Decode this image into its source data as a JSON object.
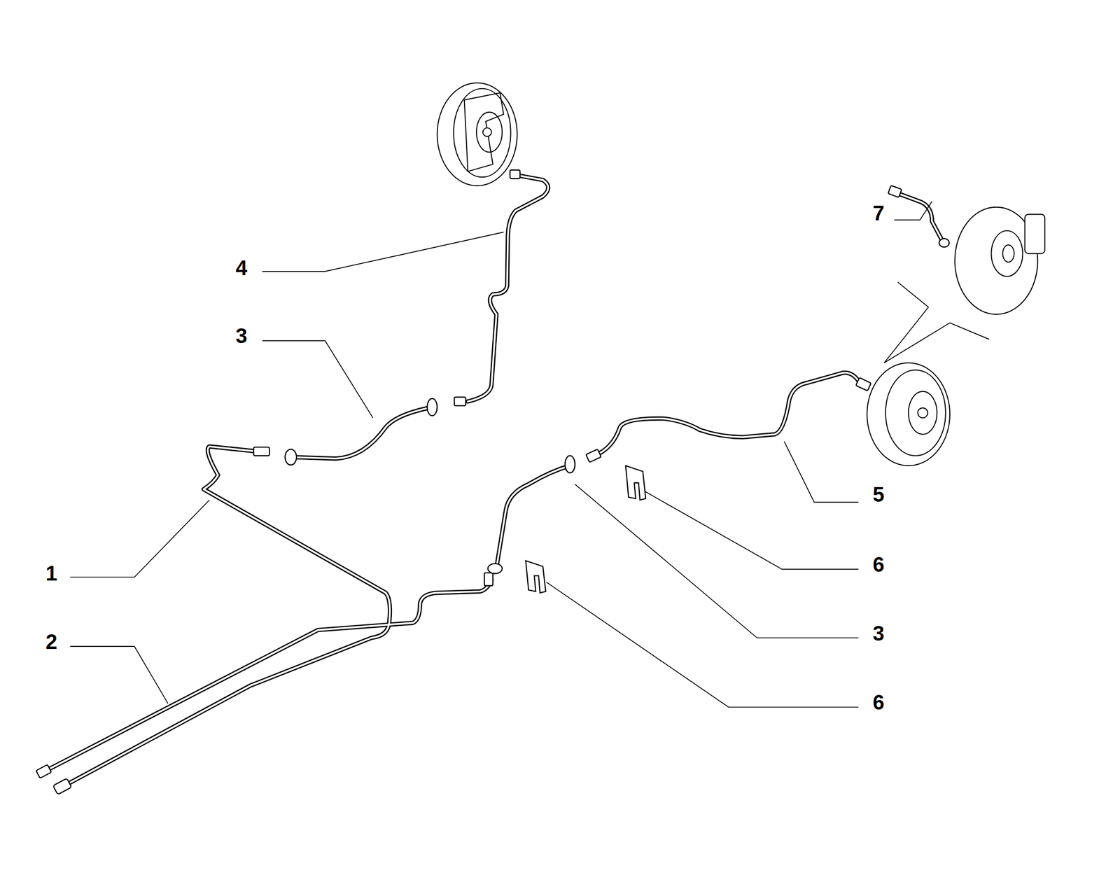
{
  "diagram": {
    "labels": [
      "7",
      "4",
      "3",
      "5",
      "6",
      "1",
      "3",
      "2",
      "6"
    ]
  }
}
